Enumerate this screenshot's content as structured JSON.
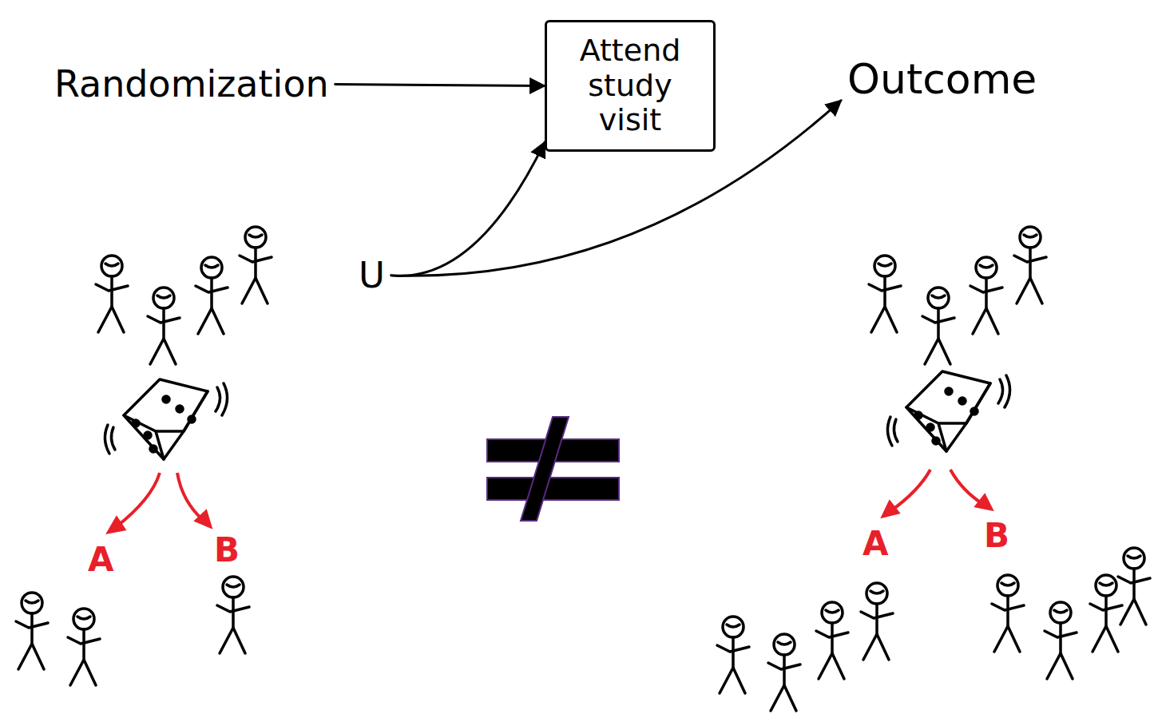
{
  "diagram": {
    "nodes": [
      {
        "text": [
          "Randomization"
        ]
      },
      {
        "text": [
          "Attend study visit"
        ]
      },
      {
        "text": [
          "Outcome"
        ]
      },
      {
        "text": [
          "U"
        ]
      }
    ],
    "edges": [
      {
        "from": 0,
        "to": 1,
        "arrow": "to"
      },
      {
        "from": 3,
        "to": 1,
        "arrow": "to"
      },
      {
        "from": 3,
        "to": 2,
        "arrow": "to"
      }
    ],
    "labels": [
      "A",
      "B",
      "A",
      "B"
    ]
  }
}
